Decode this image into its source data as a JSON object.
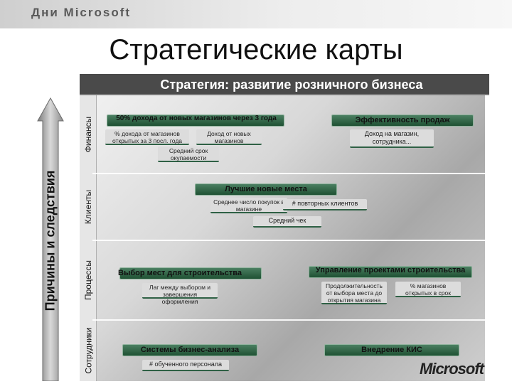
{
  "header": {
    "brand": "Дни Microsoft"
  },
  "title": "Стратегические карты",
  "strategy": "Стратегия:  развитие розничного бизнеса",
  "causality": "Причины и следствия",
  "perspectives": [
    "Финансы",
    "Клиенты",
    "Процессы",
    "Сотрудники"
  ],
  "finance": {
    "goal1": "50% дохода от новых магазинов через 3 года",
    "m1": "% дохода от магазинов открытых за 3 посл. года",
    "m2": "Доход от новых магазинов",
    "m3": "Средний срок окупаемости",
    "goal2": "Эффективность продаж",
    "m4": "Доход на магазин, сотрудника..."
  },
  "clients": {
    "goal": "Лучшие новые места",
    "m1": "Среднее число покупок в магазине",
    "m2": "# повторных клиентов",
    "m3": "Средний чек"
  },
  "processes": {
    "goal1": "Выбор мест для строительства",
    "m1": "Лаг между выбором и завершения оформления",
    "goal2": "Управление проектами строительства",
    "m2": "Продолжительность от выбора места до открытия магазина",
    "m3": "% магазинов открытых в срок"
  },
  "staff": {
    "goal1": "Системы бизнес-анализа",
    "m1": "# обученного персонала",
    "goal2": "Внедрение КИС"
  },
  "footer": {
    "logo": "Microsoft"
  }
}
